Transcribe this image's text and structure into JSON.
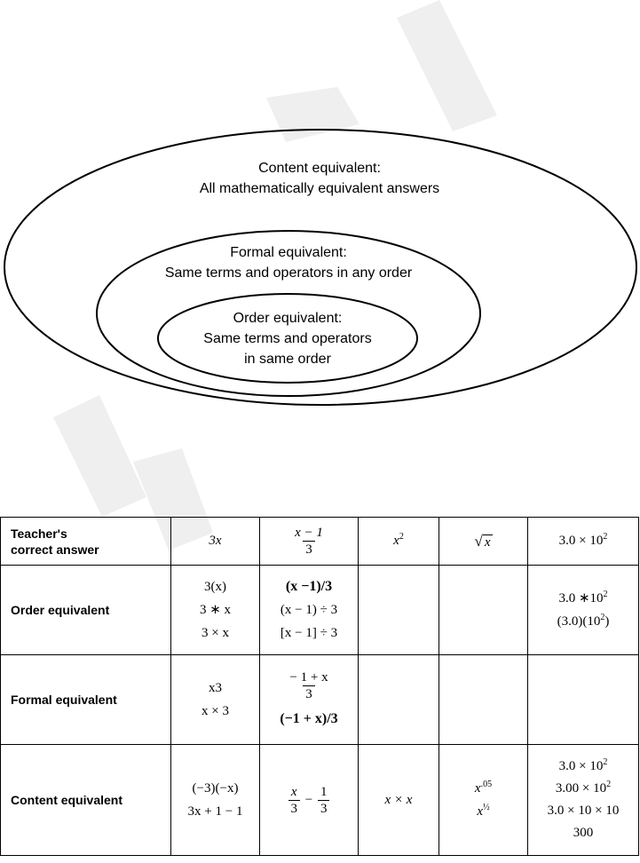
{
  "diagram": {
    "outer": {
      "line1": "Content equivalent:",
      "line2": "All mathematically equivalent answers"
    },
    "middle": {
      "line1": "Formal equivalent:",
      "line2": "Same terms and operators in any order"
    },
    "inner": {
      "line1": "Order equivalent:",
      "line2": "Same terms and operators",
      "line3": "in same order"
    }
  },
  "table": {
    "rows": {
      "teacher": {
        "label": "Teacher's\ncorrect answer"
      },
      "order": {
        "label": "Order equivalent"
      },
      "formal": {
        "label": "Formal equivalent"
      },
      "content": {
        "label": "Content equivalent"
      }
    },
    "teacher": {
      "c1": "3x",
      "c2_num": "x − 1",
      "c2_den": "3",
      "c3_base": "x",
      "c3_exp": "2",
      "c4_rad": "x",
      "c5_base": "3.0 × 10",
      "c5_exp": "2"
    },
    "order": {
      "c1": [
        "3(x)",
        "3 ∗ x",
        "3 × x"
      ],
      "c2": [
        "(x −1)/3",
        "(x − 1) ÷ 3",
        "[x − 1] ÷ 3"
      ],
      "c5_a_base": "3.0 ∗10",
      "c5_a_exp": "2",
      "c5_b_base": "(3.0)(10",
      "c5_b_exp": "2",
      "c5_b_end": ")"
    },
    "formal": {
      "c1": [
        "x3",
        "x × 3"
      ],
      "c2_num": "− 1 + x",
      "c2_den": "3",
      "c2_b": "(−1 + x)/3"
    },
    "content": {
      "c1": [
        "(−3)(−x)",
        "3x + 1 − 1"
      ],
      "c2_a_num": "x",
      "c2_a_den": "3",
      "c2_minus": "−",
      "c2_b_num": "1",
      "c2_b_den": "3",
      "c3": "x × x",
      "c4_a_base": "x",
      "c4_a_exp": ".05",
      "c4_b_base": "x",
      "c4_b_exp": "½",
      "c5": [
        "3.0 × 10",
        "3.00 × 10",
        "3.0 × 10 × 10",
        "300"
      ],
      "c5_exp": "2"
    }
  },
  "colors": {
    "watermark": "#eeeeee",
    "line": "#000000"
  }
}
